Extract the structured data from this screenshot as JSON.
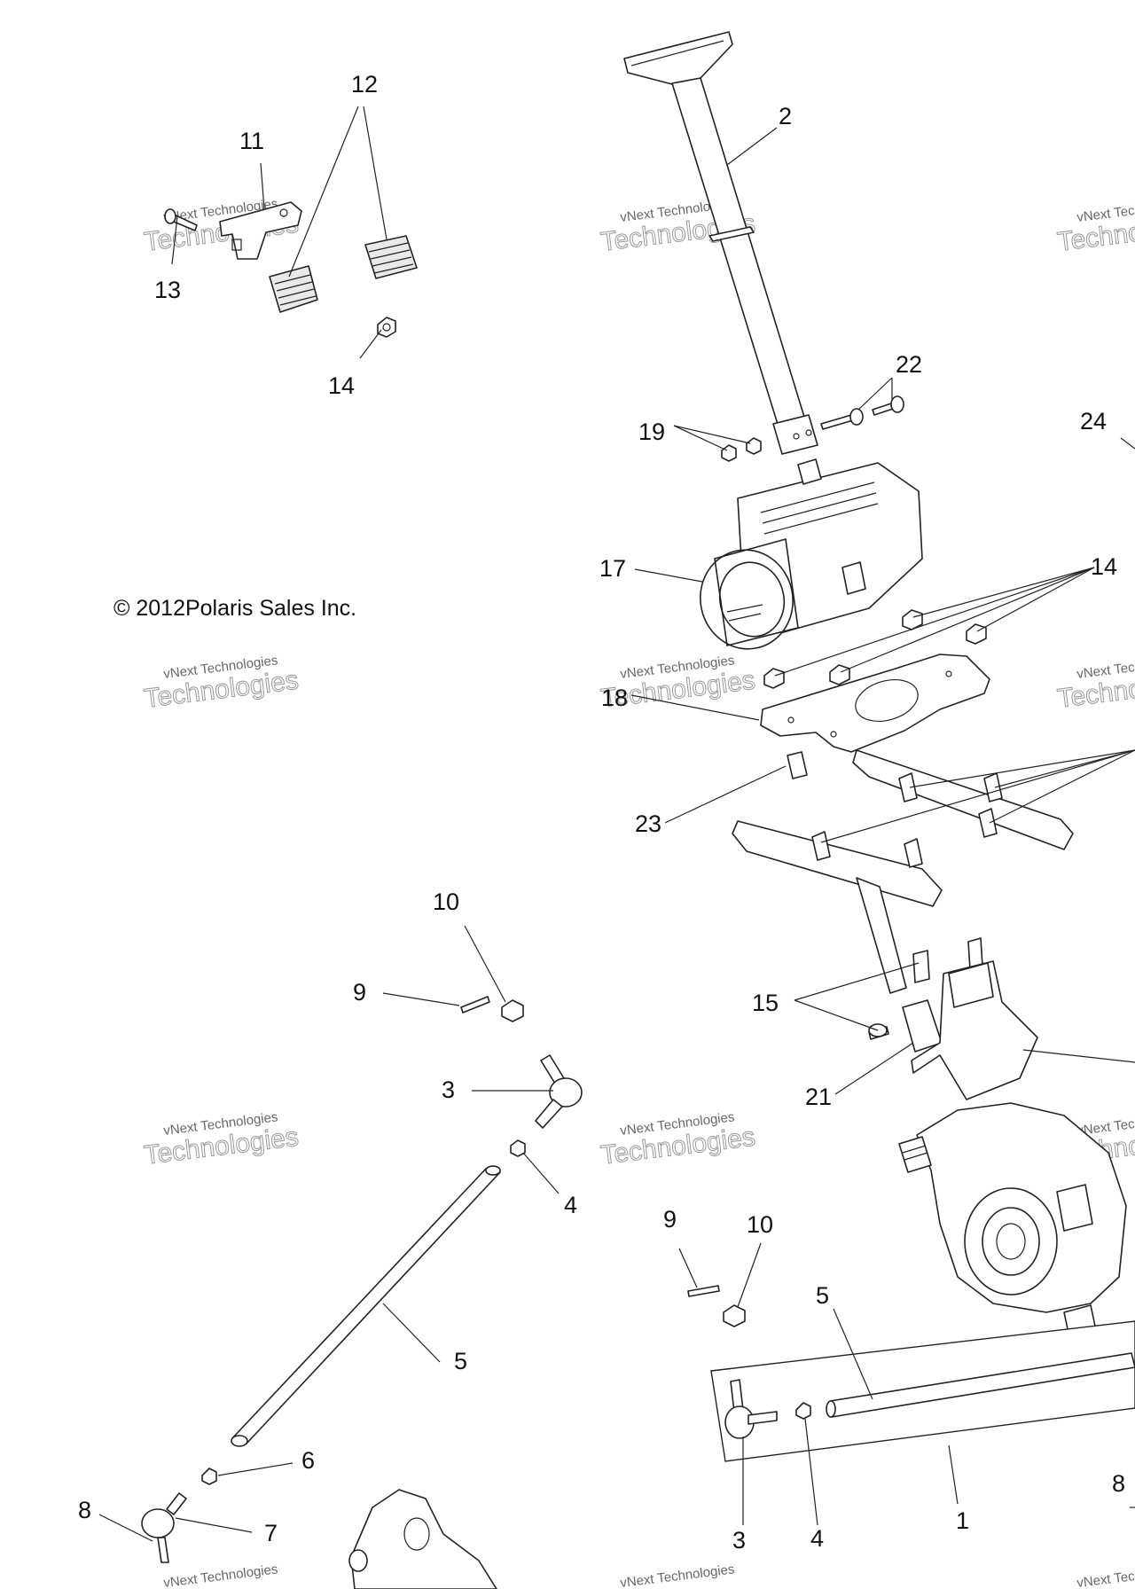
{
  "copyright": "© 2012Polaris Sales Inc.",
  "watermark": {
    "line1": "vNext Technologies",
    "line2": "Technologies"
  },
  "callouts": [
    {
      "id": "c12-top",
      "label": "12"
    },
    {
      "id": "c11",
      "label": "11"
    },
    {
      "id": "c13",
      "label": "13"
    },
    {
      "id": "c14-top",
      "label": "14"
    },
    {
      "id": "c2",
      "label": "2"
    },
    {
      "id": "c22",
      "label": "22"
    },
    {
      "id": "c19",
      "label": "19"
    },
    {
      "id": "c24",
      "label": "24"
    },
    {
      "id": "c17",
      "label": "17"
    },
    {
      "id": "c14-mid",
      "label": "14"
    },
    {
      "id": "c18",
      "label": "18"
    },
    {
      "id": "c23",
      "label": "23"
    },
    {
      "id": "c10-left",
      "label": "10"
    },
    {
      "id": "c9-left",
      "label": "9"
    },
    {
      "id": "c15",
      "label": "15"
    },
    {
      "id": "c3-left",
      "label": "3"
    },
    {
      "id": "c21",
      "label": "21"
    },
    {
      "id": "c4-left",
      "label": "4"
    },
    {
      "id": "c9-right",
      "label": "9"
    },
    {
      "id": "c10-right",
      "label": "10"
    },
    {
      "id": "c5-right",
      "label": "5"
    },
    {
      "id": "c5-left",
      "label": "5"
    },
    {
      "id": "c6",
      "label": "6"
    },
    {
      "id": "c7",
      "label": "7"
    },
    {
      "id": "c8-left",
      "label": "8"
    },
    {
      "id": "c3-right",
      "label": "3"
    },
    {
      "id": "c4-right",
      "label": "4"
    },
    {
      "id": "c1",
      "label": "1"
    },
    {
      "id": "c8-right",
      "label": "8"
    }
  ]
}
